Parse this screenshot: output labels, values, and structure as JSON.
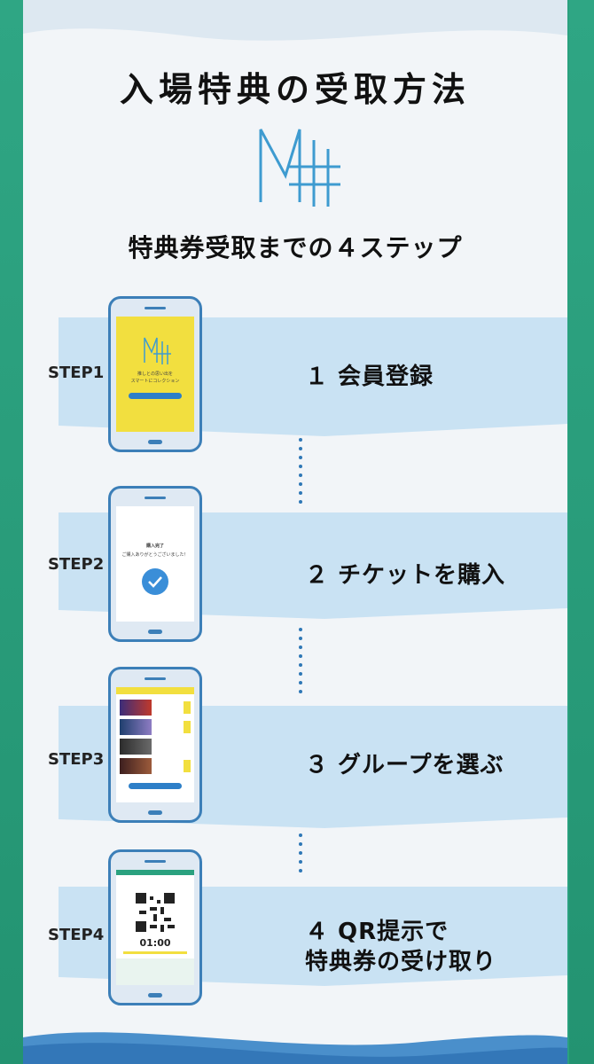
{
  "header": {
    "title": "入場特典の受取方法",
    "logo_text": "MH",
    "subtitle": "特典券受取までの４ステップ"
  },
  "steps": [
    {
      "label": "STEP1",
      "title": "１ 会員登録",
      "screen_lines": [
        "推しとの思い出を",
        "スマートにコレクション"
      ]
    },
    {
      "label": "STEP2",
      "title": "２ チケットを購入",
      "screen_lines": [
        "購入完了",
        "ご購入ありがとうございました！"
      ]
    },
    {
      "label": "STEP3",
      "title": "３ グループを選ぶ"
    },
    {
      "label": "STEP4",
      "title_line1": "４ QR提示で",
      "title_line2": "特典券の受け取り",
      "timer": "01:00"
    }
  ],
  "colors": {
    "frame": "#2aa17f",
    "band": "#c9e2f3",
    "accent": "#2f78b6",
    "phone_screen_yellow": "#f2df3f"
  }
}
